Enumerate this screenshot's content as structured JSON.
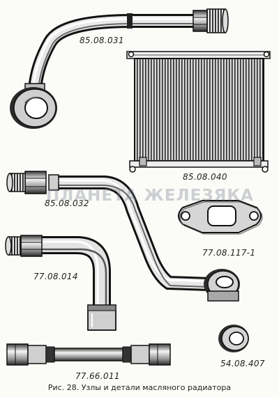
{
  "watermark": "ПЛАНЕТА ЖЕЛЕЗЯКА",
  "caption": "Рис. 28. Узлы и детали масляного радиатора",
  "parts": {
    "p1": "85.08.031",
    "p2": "85.08.040",
    "p3": "85.08.032",
    "p4": "77.08.117-1",
    "p5": "77.08.014",
    "p6": "77.66.011",
    "p7": "54.08.407"
  },
  "colors": {
    "ink": "#1a1a1a",
    "paper": "#fbfbf8",
    "watermark": "#78828c"
  }
}
